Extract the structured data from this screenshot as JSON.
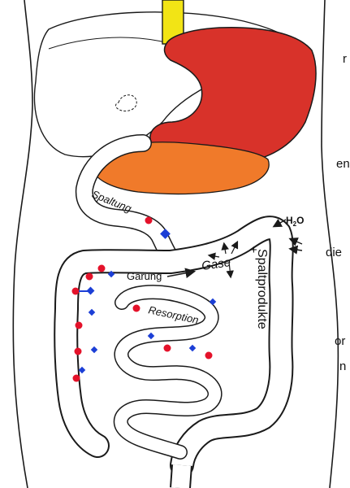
{
  "left_margin_fragments": [
    "r",
    "en",
    "die",
    "or",
    "n"
  ],
  "labels": {
    "spaltung": "Spaltung",
    "gaerung": "Gärung",
    "gase": "Gase",
    "resorption": "Resorption",
    "spaltprodukte": "Spaltprodukte",
    "plus": "+",
    "water_prefix": "H",
    "water_sub": "2",
    "water_suffix": "O"
  },
  "colors": {
    "stomach": "#d8322a",
    "pancreas": "#f07a2a",
    "esophagus": "#f2e415",
    "outline": "#1a1a1a",
    "red_dot": "#e4122a",
    "blue_dot": "#1c3fd6",
    "intestine_fill": "#ffffff"
  },
  "icons": [
    "arrow-icon",
    "red-particle-icon",
    "blue-particle-icon"
  ]
}
